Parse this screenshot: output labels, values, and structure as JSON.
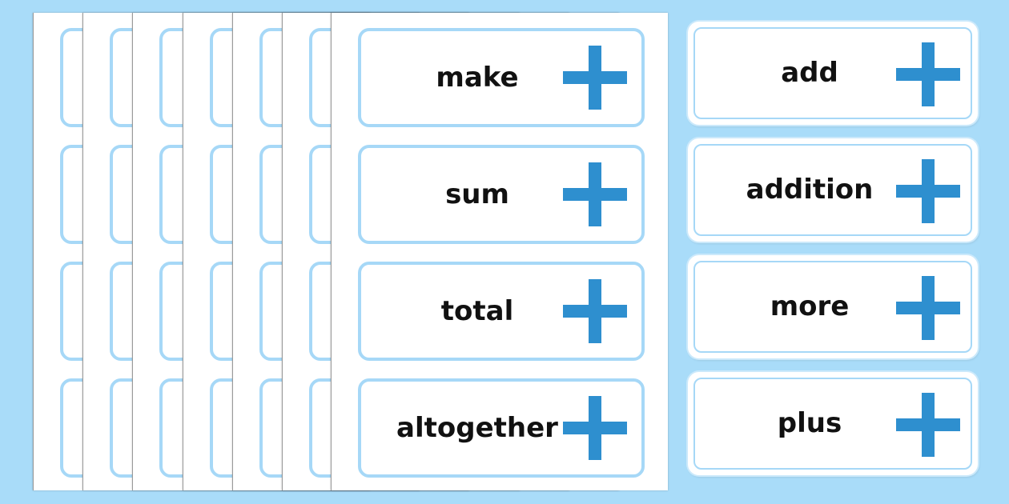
{
  "front_sheet": {
    "cards": [
      {
        "word": "make",
        "icon": "plus-icon"
      },
      {
        "word": "sum",
        "icon": "plus-icon"
      },
      {
        "word": "total",
        "icon": "plus-icon"
      },
      {
        "word": "altogether",
        "icon": "plus-icon"
      }
    ]
  },
  "loose_cards": [
    {
      "word": "add",
      "icon": "plus-icon"
    },
    {
      "word": "addition",
      "icon": "plus-icon"
    },
    {
      "word": "more",
      "icon": "plus-icon"
    },
    {
      "word": "plus",
      "icon": "plus-icon"
    }
  ],
  "colors": {
    "background": "#a9dcf9",
    "card_border": "#a6d8f7",
    "plus": "#2e8fcf"
  }
}
